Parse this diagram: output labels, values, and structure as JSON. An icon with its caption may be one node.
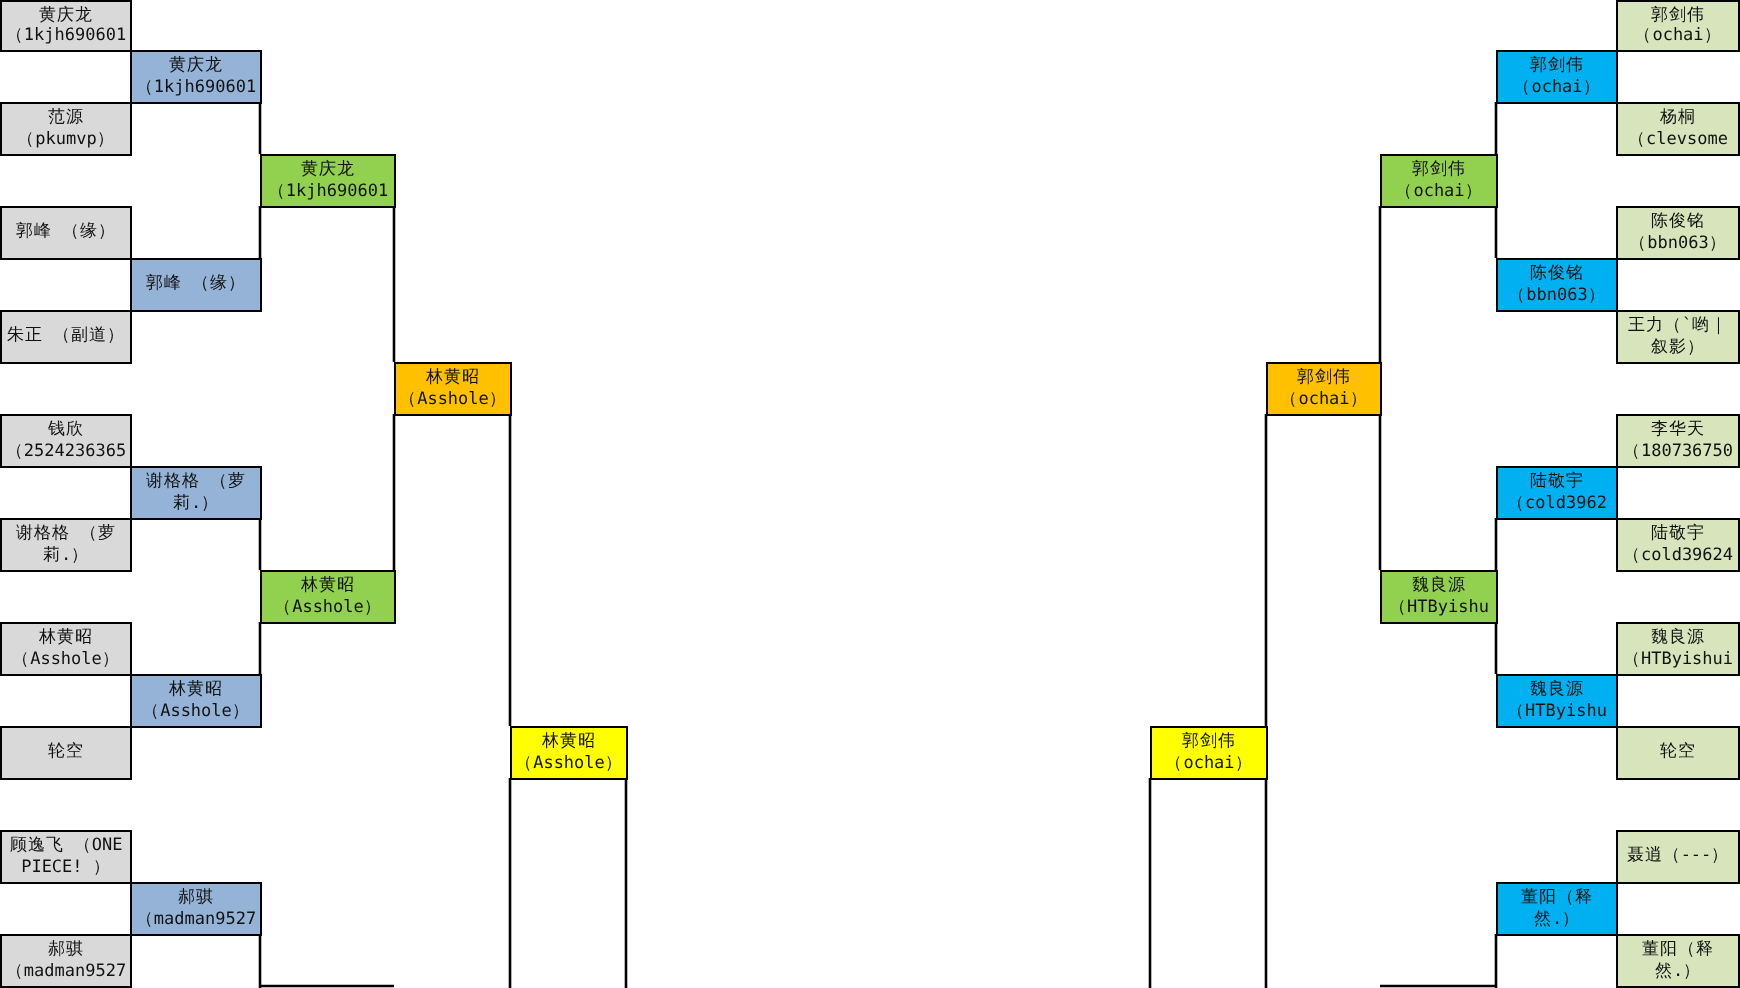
{
  "diagram": {
    "nodes": [
      {
        "text": [
          "黄庆龙",
          "（1kjh690601"
        ]
      },
      {
        "text": [
          "郭剑伟",
          "（ochai）"
        ]
      },
      {
        "text": [
          "黄庆龙",
          "（1kjh690601"
        ]
      },
      {
        "text": [
          "郭剑伟",
          "（ochai）"
        ]
      },
      {
        "text": [
          "范源",
          "（pkumvp）"
        ]
      },
      {
        "text": [
          "杨桐",
          "（clevsome"
        ]
      },
      {
        "text": [
          "黄庆龙",
          "（1kjh690601"
        ]
      },
      {
        "text": [
          "郭剑伟",
          "（ochai）"
        ]
      },
      {
        "text": [
          "郭峰 （缘）"
        ]
      },
      {
        "text": [
          "陈俊铭",
          "（bbn063）"
        ]
      },
      {
        "text": [
          "郭峰 （缘）"
        ]
      },
      {
        "text": [
          "陈俊铭",
          "（bbn063）"
        ]
      },
      {
        "text": [
          "朱正 （副道）"
        ]
      },
      {
        "text": [
          "王力（`哟｜叙影）"
        ]
      },
      {
        "text": [
          "林黄昭",
          "（Asshole）"
        ]
      },
      {
        "text": [
          "郭剑伟",
          "（ochai）"
        ]
      },
      {
        "text": [
          "钱欣",
          "（2524236365"
        ]
      },
      {
        "text": [
          "李华天",
          "（180736750"
        ]
      },
      {
        "text": [
          "谢格格 （萝莉.）"
        ]
      },
      {
        "text": [
          "陆敬宇",
          "（cold3962"
        ]
      },
      {
        "text": [
          "谢格格 （萝莉.）"
        ]
      },
      {
        "text": [
          "陆敬宇",
          "（cold39624"
        ]
      },
      {
        "text": [
          "林黄昭",
          "（Asshole）"
        ]
      },
      {
        "text": [
          "魏良源",
          "（HTByishu"
        ]
      },
      {
        "text": [
          "林黄昭",
          "（Asshole）"
        ]
      },
      {
        "text": [
          "魏良源",
          "（HTByishui"
        ]
      },
      {
        "text": [
          "林黄昭",
          "（Asshole）"
        ]
      },
      {
        "text": [
          "魏良源",
          "（HTByishu"
        ]
      },
      {
        "text": [
          "轮空"
        ]
      },
      {
        "text": [
          "林黄昭",
          "（Asshole）"
        ]
      },
      {
        "text": [
          "郭剑伟",
          "（ochai）"
        ]
      },
      {
        "text": [
          "轮空"
        ]
      },
      {
        "text": [
          "顾逸飞 （ONE PIECE! ）"
        ]
      },
      {
        "text": [
          "聂逍（---）"
        ]
      },
      {
        "text": [
          "郝骐",
          "（madman9527"
        ]
      },
      {
        "text": [
          "董阳（释然.）"
        ]
      },
      {
        "text": [
          "郝骐",
          "（madman9527"
        ]
      },
      {
        "text": [
          "董阳（释然.）"
        ]
      }
    ],
    "edges": [
      {
        "from": 2,
        "to": 6,
        "arrow": "none"
      },
      {
        "from": 10,
        "to": 6,
        "arrow": "none"
      },
      {
        "from": 18,
        "to": 22,
        "arrow": "none"
      },
      {
        "from": 26,
        "to": 22,
        "arrow": "none"
      },
      {
        "from": 6,
        "to": 14,
        "arrow": "none"
      },
      {
        "from": 22,
        "to": 14,
        "arrow": "none"
      },
      {
        "from": 14,
        "to": 29,
        "arrow": "none"
      },
      {
        "from": null,
        "to": 29,
        "arrow": "none"
      },
      {
        "from": 29,
        "to": null,
        "arrow": "none"
      },
      {
        "from": 34,
        "to": null,
        "arrow": "none"
      },
      {
        "from": 3,
        "to": 7,
        "arrow": "none"
      },
      {
        "from": 11,
        "to": 7,
        "arrow": "none"
      },
      {
        "from": 19,
        "to": 23,
        "arrow": "none"
      },
      {
        "from": 27,
        "to": 23,
        "arrow": "none"
      },
      {
        "from": 7,
        "to": 15,
        "arrow": "none"
      },
      {
        "from": 23,
        "to": 15,
        "arrow": "none"
      },
      {
        "from": 15,
        "to": 30,
        "arrow": "none"
      },
      {
        "from": null,
        "to": 30,
        "arrow": "none"
      },
      {
        "from": 30,
        "to": null,
        "arrow": "none"
      },
      {
        "from": 35,
        "to": null,
        "arrow": "none"
      }
    ]
  }
}
